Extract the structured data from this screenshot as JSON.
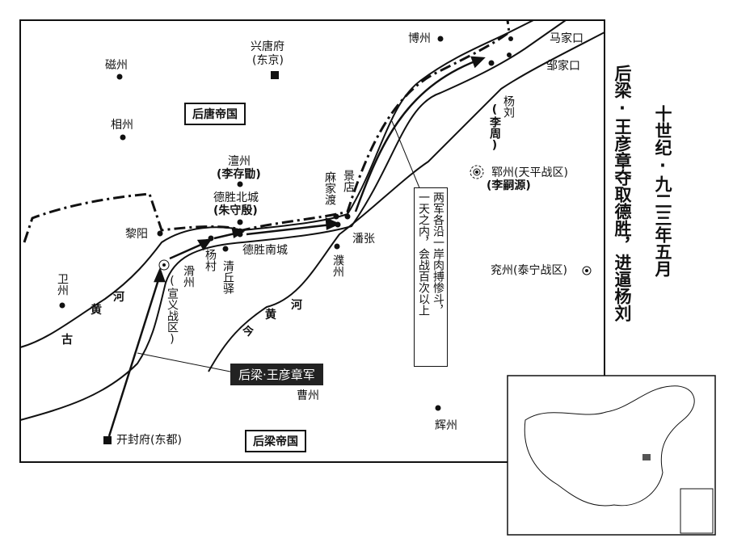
{
  "title": {
    "line1": "十世纪·九二三年五月",
    "line2": "后梁·王彦章夺取德胜，进逼杨刘"
  },
  "empires": {
    "later_tang": "后唐帝国",
    "later_liang": "后梁帝国"
  },
  "army_label": "后梁·王彦章军",
  "note": {
    "col1": "两军各沿一岸肉搏惨斗，",
    "col2": "一天之内，会战百次以上"
  },
  "places": {
    "cizhou": "磁州",
    "xingtang": "兴唐府",
    "xingtang_alt": "(东京)",
    "bozhou": "博州",
    "majiakou": "马家口",
    "zoujiakou": "邹家口",
    "xiangzhou": "相州",
    "chanzhou": "澶州",
    "chanzhou_cmd": "(李存勖)",
    "deshengbei": "德胜北城",
    "deshengbei_cmd": "(朱守殷)",
    "majiadu": "麻家渡",
    "jingdian": "景店",
    "liyang": "黎阳",
    "yangcun": "杨村",
    "qingqiuyi": "清丘驿",
    "deshengnan": "德胜南城",
    "panzhang": "潘张",
    "puzhou": "濮州",
    "huazhou": "滑州",
    "huazhou_dist": "(宣义战区)",
    "weizhou": "卫州",
    "yangliu": "杨刘",
    "yangliu_cmd": "(李周)",
    "yunzhou": "郓州(天平战区)",
    "yunzhou_cmd": "(李嗣源)",
    "yanzhou": "兖州(泰宁战区)",
    "caozhou": "曹州",
    "huizhou": "辉州",
    "kaifeng": "开封府(东都)"
  },
  "rivers": {
    "old_1": "黄",
    "old_2": "河",
    "old_3": "古",
    "new_1": "今",
    "new_2": "黄",
    "new_3": "河"
  }
}
